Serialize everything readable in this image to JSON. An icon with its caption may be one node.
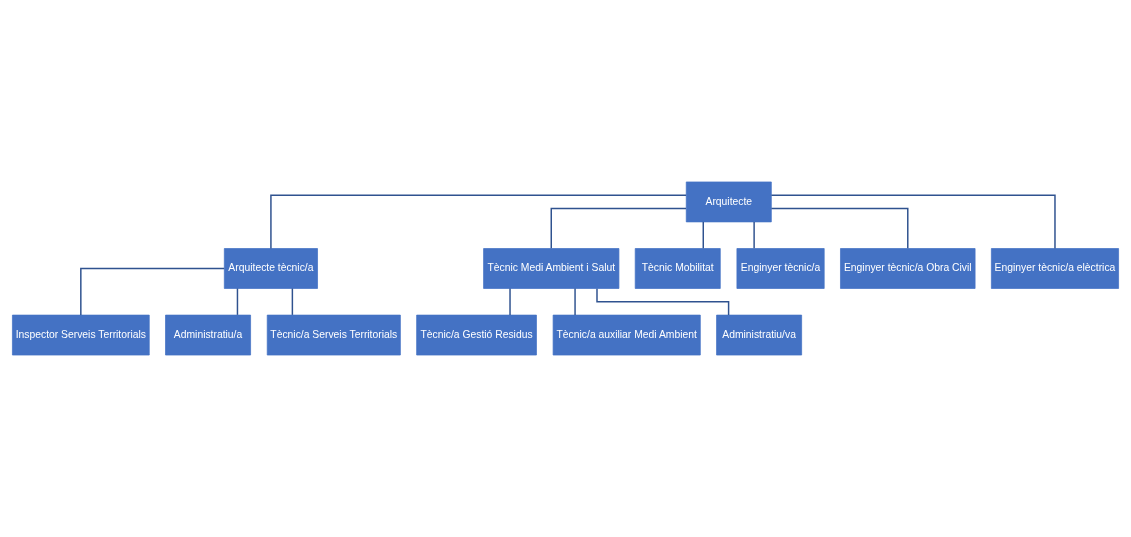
{
  "diagram": {
    "nodes": [
      {
        "text": [
          "Arquitecte"
        ]
      },
      {
        "text": [
          "Arquitecte tècnic/a"
        ]
      },
      {
        "text": [
          "Tècnic Medi Ambient i Salut"
        ]
      },
      {
        "text": [
          "Tècnic Mobilitat"
        ]
      },
      {
        "text": [
          "Enginyer tècnic/a"
        ]
      },
      {
        "text": [
          "Enginyer tècnic/a Obra Civil"
        ]
      },
      {
        "text": [
          "Enginyer tècnic/a elèctrica"
        ]
      },
      {
        "text": [
          "Inspector Serveis Territorials"
        ]
      },
      {
        "text": [
          "Administratiu/a"
        ]
      },
      {
        "text": [
          "Tècnic/a Serveis Territorials"
        ]
      },
      {
        "text": [
          "Tècnic/a Gestió Residus"
        ]
      },
      {
        "text": [
          "Tècnic/a auxiliar Medi Ambient"
        ]
      },
      {
        "text": [
          "Administratiu/va"
        ]
      }
    ],
    "edges": [
      {
        "from": 0,
        "to": 1,
        "arrow": "none"
      },
      {
        "from": 0,
        "to": 2,
        "arrow": "none"
      },
      {
        "from": 0,
        "to": 3,
        "arrow": "none"
      },
      {
        "from": 0,
        "to": 4,
        "arrow": "none"
      },
      {
        "from": 0,
        "to": 5,
        "arrow": "none"
      },
      {
        "from": 0,
        "to": 6,
        "arrow": "none"
      },
      {
        "from": 1,
        "to": 7,
        "arrow": "none"
      },
      {
        "from": 1,
        "to": 8,
        "arrow": "none"
      },
      {
        "from": 1,
        "to": 9,
        "arrow": "none"
      },
      {
        "from": 2,
        "to": 10,
        "arrow": "none"
      },
      {
        "from": 2,
        "to": 11,
        "arrow": "none"
      },
      {
        "from": 2,
        "to": 12,
        "arrow": "none"
      }
    ]
  }
}
